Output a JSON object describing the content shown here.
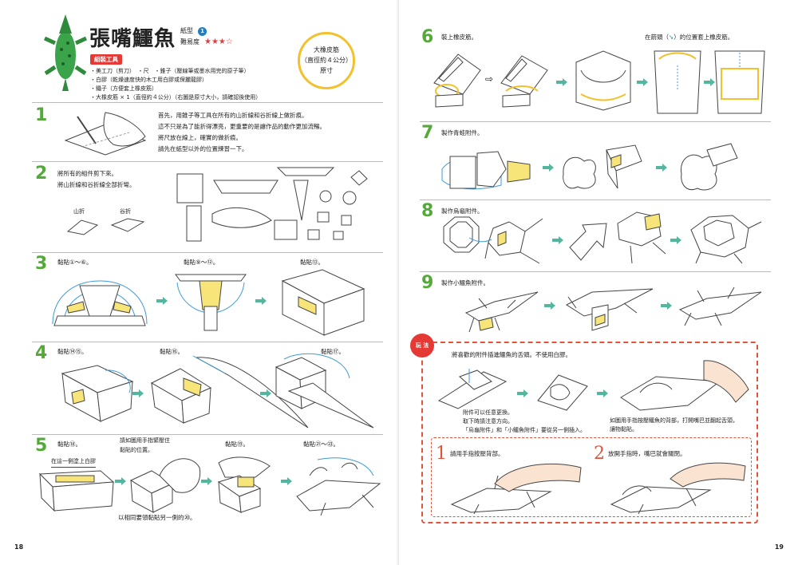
{
  "header": {
    "title": "張嘴鱷魚",
    "type_label": "紙型",
    "type_value": "1",
    "difficulty_label": "難易度",
    "difficulty_stars": "★★★☆",
    "circle_line1": "大橡皮筋",
    "circle_line2": "（直徑約４公分）",
    "circle_line3": "原寸"
  },
  "tools": {
    "tag": "組裝工具",
    "lines": [
      "・美工刀（剪刀）　・尺　・錐子（壓線筆或墨水用完的原子筆）",
      "・白膠（乾燥速度快的木工用白膠或保麗龍膠）",
      "・鑷子（方便套上橡皮筋）",
      "・大橡皮筋 × 1（直徑約４公分）（右圖是原寸大小，請確認後使用）"
    ]
  },
  "steps_left": {
    "s1_num": "1",
    "s1_lines": [
      "首先，用錐子等工具在所有的山折線和谷折線上做折痕。",
      "這不只是為了能折得漂亮，更重要的是讓作品的動作更加流暢。",
      "將尺放在線上，確實的做折痕。",
      "請先在紙型以外的位置練習一下。"
    ],
    "s2_num": "2",
    "s2_lines": [
      "將所有的組件剪下來。",
      "將山折線和谷折線全部折彎。"
    ],
    "s2_mountain": "山折",
    "s2_valley": "谷折",
    "s3_num": "3",
    "s3_a": "黏貼①～⑥。",
    "s3_b": "黏貼⑨～⑫。",
    "s3_c": "黏貼⑬。",
    "s4_num": "4",
    "s4_a": "黏貼⑭⑮。",
    "s4_b": "黏貼⑯。",
    "s4_c": "黏貼⑰。",
    "s5_num": "5",
    "s5_a": "黏貼⑱。",
    "s5_note": "在這一側塗上白膠",
    "s5_b1": "請如圖用手指緊壓住",
    "s5_b2": "黏貼的位置。",
    "s5_c": "黏貼⑲。",
    "s5_d": "黏貼㉑～㉓。",
    "s5_bottom": "以相同要領黏貼另一側的⑳。"
  },
  "steps_right": {
    "s6_num": "6",
    "s6_a": "裝上橡皮筋。",
    "s6_b_pre": "在箭頭（",
    "s6_b_post": "）的位置套上橡皮筋。",
    "s7_num": "7",
    "s7_a": "製作青蛙附件。",
    "s8_num": "8",
    "s8_a": "製作烏龜附件。",
    "s9_num": "9",
    "s9_a": "製作小鱷魚附件。"
  },
  "play": {
    "tag": "玩 法",
    "intro": "將喜歡的附件插進鱷魚的舌頭。不使用白膠。",
    "note1": "附件可以任意更換。",
    "note2": "取下時請注意方向。",
    "note3": "「烏龜附件」和「小鱷魚附件」要從另一側插入。",
    "note4": "如圖用手指按壓鱷魚的背部，打開嘴巴並翻起舌頭，",
    "note5": "讓物黏貼。",
    "p1_num": "1",
    "p1_text": "請用手指按壓背部。",
    "p2_num": "2",
    "p2_text": "放開手指時，嘴巴就會關閉。"
  },
  "pages": {
    "left": "18",
    "right": "19"
  },
  "colors": {
    "green": "#55a93b",
    "red": "#e53935",
    "yellow": "#f2c12e",
    "blue": "#1e7fc4"
  }
}
